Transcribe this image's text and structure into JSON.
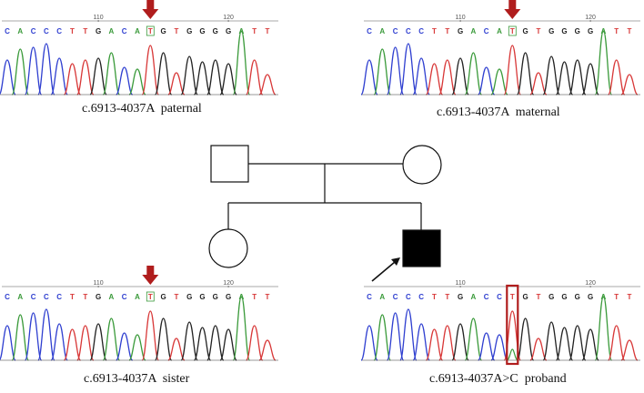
{
  "sequence": [
    "C",
    "A",
    "C",
    "C",
    "C",
    "T",
    "T",
    "G",
    "A",
    "C",
    "A",
    "T",
    "G",
    "T",
    "G",
    "G",
    "G",
    "G",
    "A",
    "T",
    "T"
  ],
  "mutant_sequence": [
    "C",
    "A",
    "C",
    "C",
    "C",
    "T",
    "T",
    "G",
    "A",
    "C",
    "C",
    "T",
    "G",
    "T",
    "G",
    "G",
    "G",
    "G",
    "A",
    "T",
    "T"
  ],
  "ruler": [
    "110",
    "120"
  ],
  "base_colors": {
    "A": "#3a9a3a",
    "C": "#2f3fd0",
    "G": "#222222",
    "T": "#d83838"
  },
  "marker_color": "#b01d1d",
  "panels": [
    {
      "id": "paternal",
      "caption": "c.6913-4037A  paternal",
      "marker": "arrow",
      "mutant": false
    },
    {
      "id": "maternal",
      "caption": "c.6913-4037A  maternal",
      "marker": "arrow",
      "mutant": false
    },
    {
      "id": "sister",
      "caption": "c.6913-4037A  sister",
      "marker": "arrow",
      "mutant": false
    },
    {
      "id": "proband",
      "caption": "c.6913-4037A>C  proband",
      "marker": "box",
      "mutant": true
    }
  ],
  "pedigree": {
    "father": "unaffected male",
    "mother": "unaffected female",
    "sister": "unaffected female",
    "proband": "affected male (arrow)"
  }
}
